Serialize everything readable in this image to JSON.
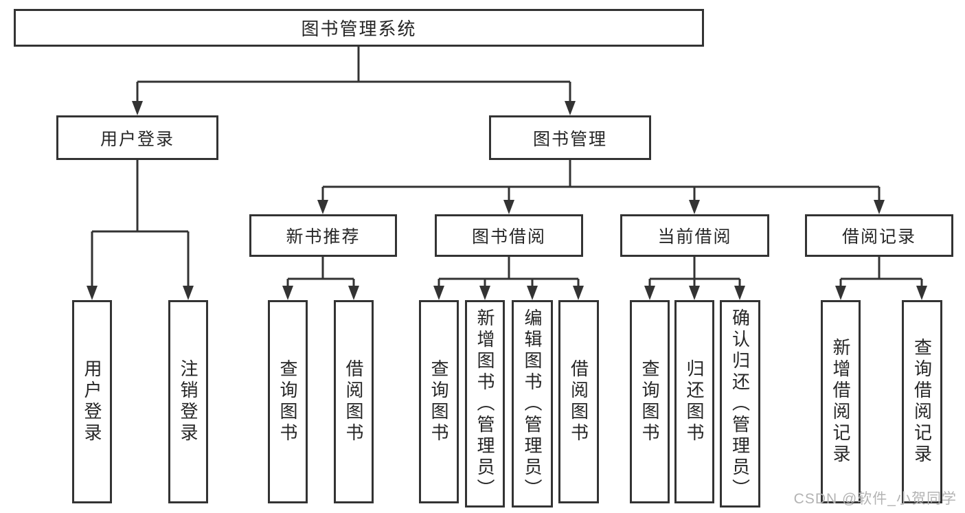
{
  "diagram": {
    "line_color": "#333333",
    "box_border_color": "#333333",
    "box_fill": "#ffffff",
    "text_color": "#262626",
    "nodes": {
      "root": {
        "label": "图书管理系统"
      },
      "user_login": {
        "label": "用户登录"
      },
      "book_mgmt": {
        "label": "图书管理"
      },
      "new_book_rec": {
        "label": "新书推荐"
      },
      "book_borrow": {
        "label": "图书借阅"
      },
      "current_borrow": {
        "label": "当前借阅"
      },
      "borrow_record": {
        "label": "借阅记录"
      },
      "leaf_user_login": {
        "label": "用户登录"
      },
      "leaf_logout": {
        "label": "注销登录"
      },
      "leaf_query_book_rec": {
        "label": "查询图书"
      },
      "leaf_borrow_book_rec": {
        "label": "借阅图书"
      },
      "leaf_query_book_borrow": {
        "label": "查询图书"
      },
      "leaf_add_book_admin": {
        "label": "新增图书（管理员）"
      },
      "leaf_edit_book_admin": {
        "label": "编辑图书（管理员）"
      },
      "leaf_borrow_book_borrow": {
        "label": "借阅图书"
      },
      "leaf_query_book_current": {
        "label": "查询图书"
      },
      "leaf_return_book": {
        "label": "归还图书"
      },
      "leaf_confirm_return_admin": {
        "label": "确认归还（管理员）"
      },
      "leaf_add_borrow_record": {
        "label": "新增借阅记录"
      },
      "leaf_query_borrow_record": {
        "label": "查询借阅记录"
      }
    }
  },
  "watermark": {
    "text": "CSDN @软件_小贺同学",
    "color": "#b3b3b3"
  }
}
